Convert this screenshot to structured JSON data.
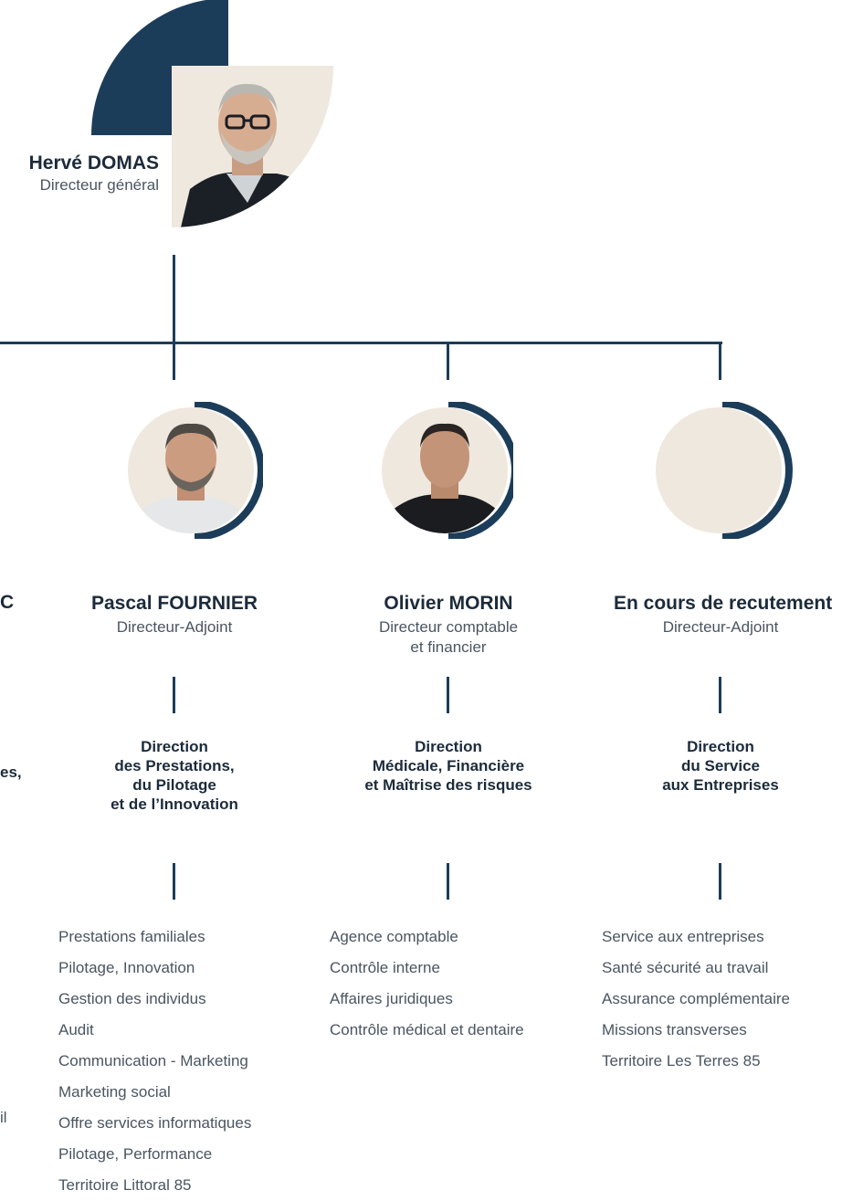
{
  "ceo": {
    "name": "Hervé DOMAS",
    "title": "Directeur général"
  },
  "columns": [
    {
      "name": "Pascal FOURNIER",
      "title": "Directeur-Adjoint",
      "direction": [
        "Direction",
        "des Prestations,",
        "du Pilotage",
        "et de l’Innovation"
      ],
      "services": [
        "Prestations familiales",
        "Pilotage, Innovation",
        "Gestion des individus",
        "Audit",
        "Communication - Marketing",
        "Marketing social",
        "Offre services informatiques",
        "Pilotage, Performance",
        "Territoire Littoral 85"
      ]
    },
    {
      "name": "Olivier MORIN",
      "title": "Directeur comptable\net financier",
      "direction": [
        "Direction",
        "Médicale, Financière",
        "et Maîtrise des risques"
      ],
      "services": [
        "Agence comptable",
        "Contrôle interne",
        "Affaires juridiques",
        "Contrôle médical et dentaire"
      ]
    },
    {
      "name": "En cours de recutement",
      "title": "Directeur-Adjoint",
      "direction": [
        "Direction",
        "du Service",
        "aux Entreprises"
      ],
      "services": [
        "Service aux entreprises",
        "Santé sécurité au travail",
        "Assurance complémentaire",
        "Missions transverses",
        "Territoire Les Terres 85"
      ]
    }
  ],
  "cut_fragments": {
    "name_c": "C",
    "dir_es": "es,",
    "svc_il": "il"
  },
  "colors": {
    "navy": "#1c3d5a",
    "cream": "#efe8de"
  }
}
